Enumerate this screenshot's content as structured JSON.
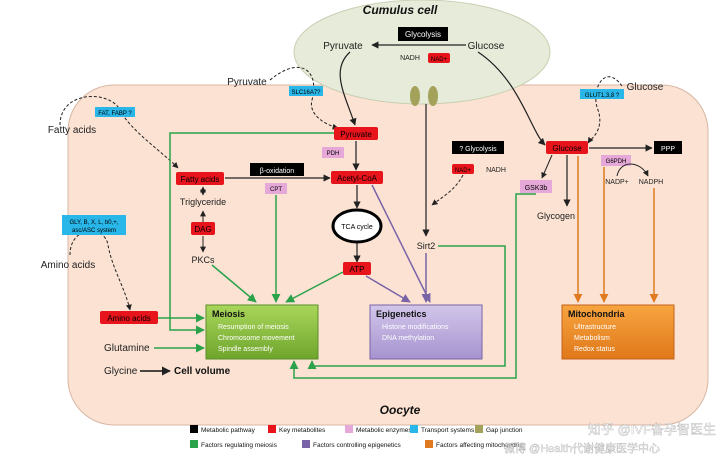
{
  "labels": {
    "cumulus_cell": "Cumulus cell",
    "oocyte": "Oocyte",
    "pyruvate_top": "Pyruvate",
    "glucose_top": "Glucose",
    "glycolysis_top": "Glycolysis",
    "nadh_top": "NADH",
    "nad_top": "NAD+",
    "pyruvate_left": "Pyruvate",
    "glucose_right": "Glucose",
    "fatty_acids_left": "Fatty acids",
    "amino_acids_left": "Amino acids",
    "glutamine": "Glutamine",
    "glycine": "Glycine",
    "cell_volume": "Cell volume",
    "slc16a7": "SLC16A7?",
    "fat_fabp": "FAT, FABP ?",
    "glut": "GLUT1,3,8 ?",
    "amino_transporters_1": "GLY, B, X, L, b0,+,",
    "amino_transporters_2": "asc/ASC system",
    "pyruvate_mid": "Pyruvate",
    "pdh": "PDH",
    "fatty_acids_mid": "Fatty acids",
    "beta_oxidation": "β-oxidation",
    "acetyl_coa": "Acetyl-CoA",
    "cpt": "CPT",
    "triglyceride": "Triglyceride",
    "dag": "DAG",
    "pkcs": "PKCs",
    "tca_cycle": "TCA cycle",
    "atp": "ATP",
    "amino_acids_mid": "Amino acids",
    "glycolysis_q": "? Glycolysis",
    "nad_mid": "NAD+",
    "nadh_mid": "NADH",
    "sirt2": "Sirt2",
    "gsk3b": "GSK3b",
    "glucose_mid": "Glucose",
    "ppp": "PPP",
    "g6pdh": "G6PDH",
    "nadp": "NADP+",
    "nadph": "NADPH",
    "glycogen": "Glycogen"
  },
  "boxes": {
    "meiosis": {
      "title": "Meiosis",
      "items": [
        "Resumption of meiosis",
        "Chromosome movement",
        "Spindle assembly"
      ]
    },
    "epigenetics": {
      "title": "Epigenetics",
      "items": [
        "Histone modifications",
        "DNA methylation"
      ]
    },
    "mitochondria": {
      "title": "Mitochondria",
      "items": [
        "Ultrastructure",
        "Metabolism",
        "Redox status"
      ]
    }
  },
  "legend": [
    {
      "color": "#000000",
      "label": "Metabolic pathway"
    },
    {
      "color": "#e8141b",
      "label": "Key metabolites"
    },
    {
      "color": "#e6a8d8",
      "label": "Metabolic enzymes"
    },
    {
      "color": "#29b6e8",
      "label": "Transport systems"
    },
    {
      "color": "#a4a15a",
      "label": "Gap junction"
    },
    {
      "color": "#2aa24a",
      "label": "Factors regulating meiosis"
    },
    {
      "color": "#7a64a8",
      "label": "Factors controlling epigenetics"
    },
    {
      "color": "#e07a20",
      "label": "Factors affecting mitochondria"
    }
  ],
  "watermark_line1": "知乎 @IVF备孕智医生",
  "watermark_line2": "微博 @Health代谢健康医学中心"
}
